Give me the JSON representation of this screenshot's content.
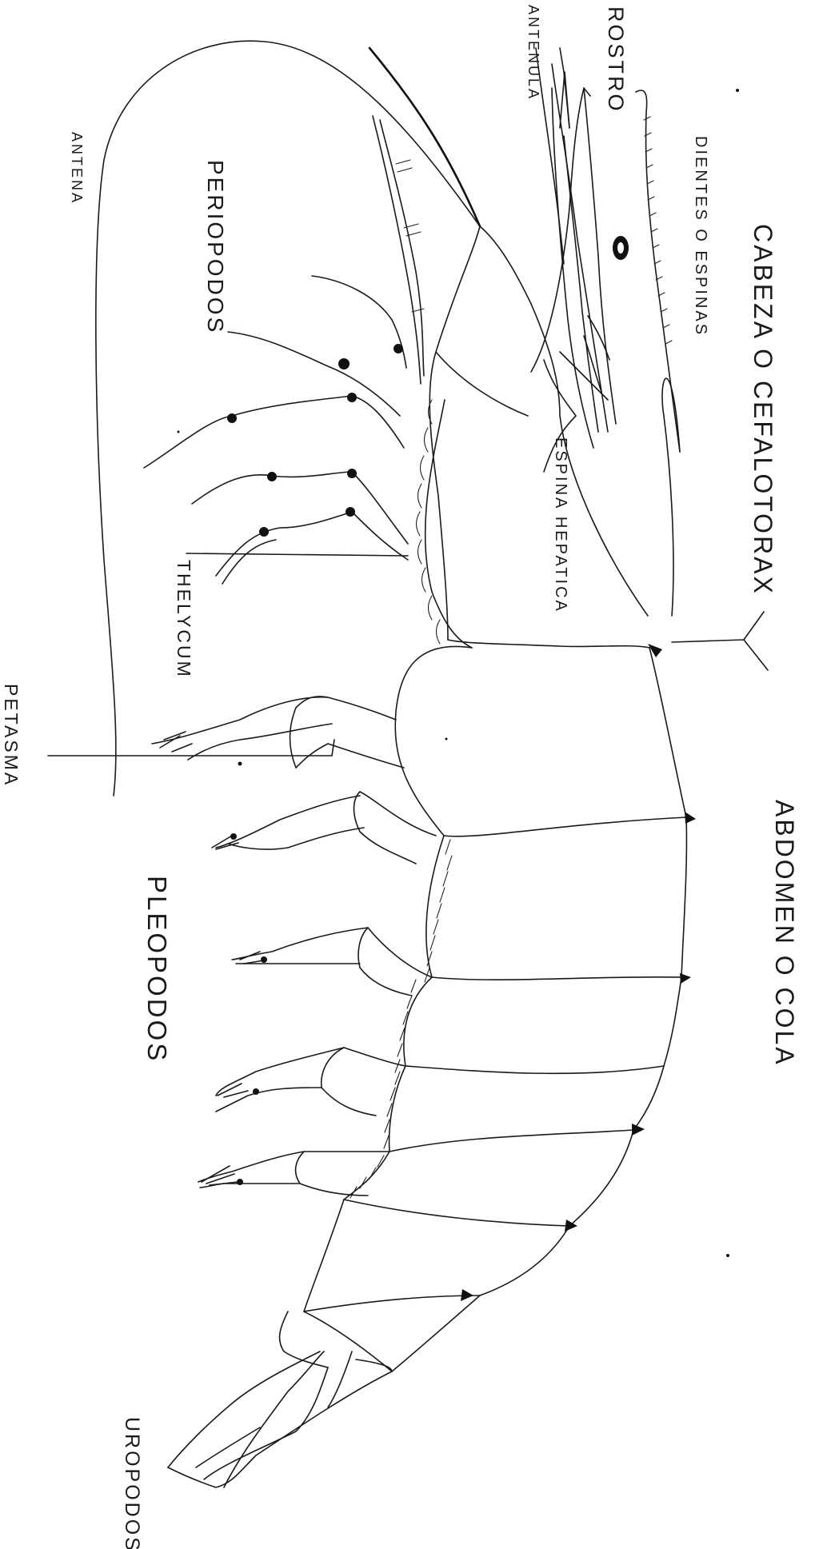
{
  "labels": {
    "rostro": "ROSTRO",
    "antenula": "ANTENULA",
    "antena": "ANTENA",
    "dientes_espinas": "DIENTES O ESPINAS",
    "periopodos": "PERIOPODOS",
    "cabeza": "CABEZA O CEFALOTORAX",
    "espina_hepatica": "ESPINA HEPATICA",
    "thelycum": "THELYCUM",
    "petasma": "PETASMA",
    "abdomen": "ABDOMEN O COLA",
    "pleopodos": "PLEOPODOS",
    "uropodos": "UROPODOS"
  },
  "colors": {
    "ink": "#1a1a1a",
    "background": "#ffffff"
  }
}
